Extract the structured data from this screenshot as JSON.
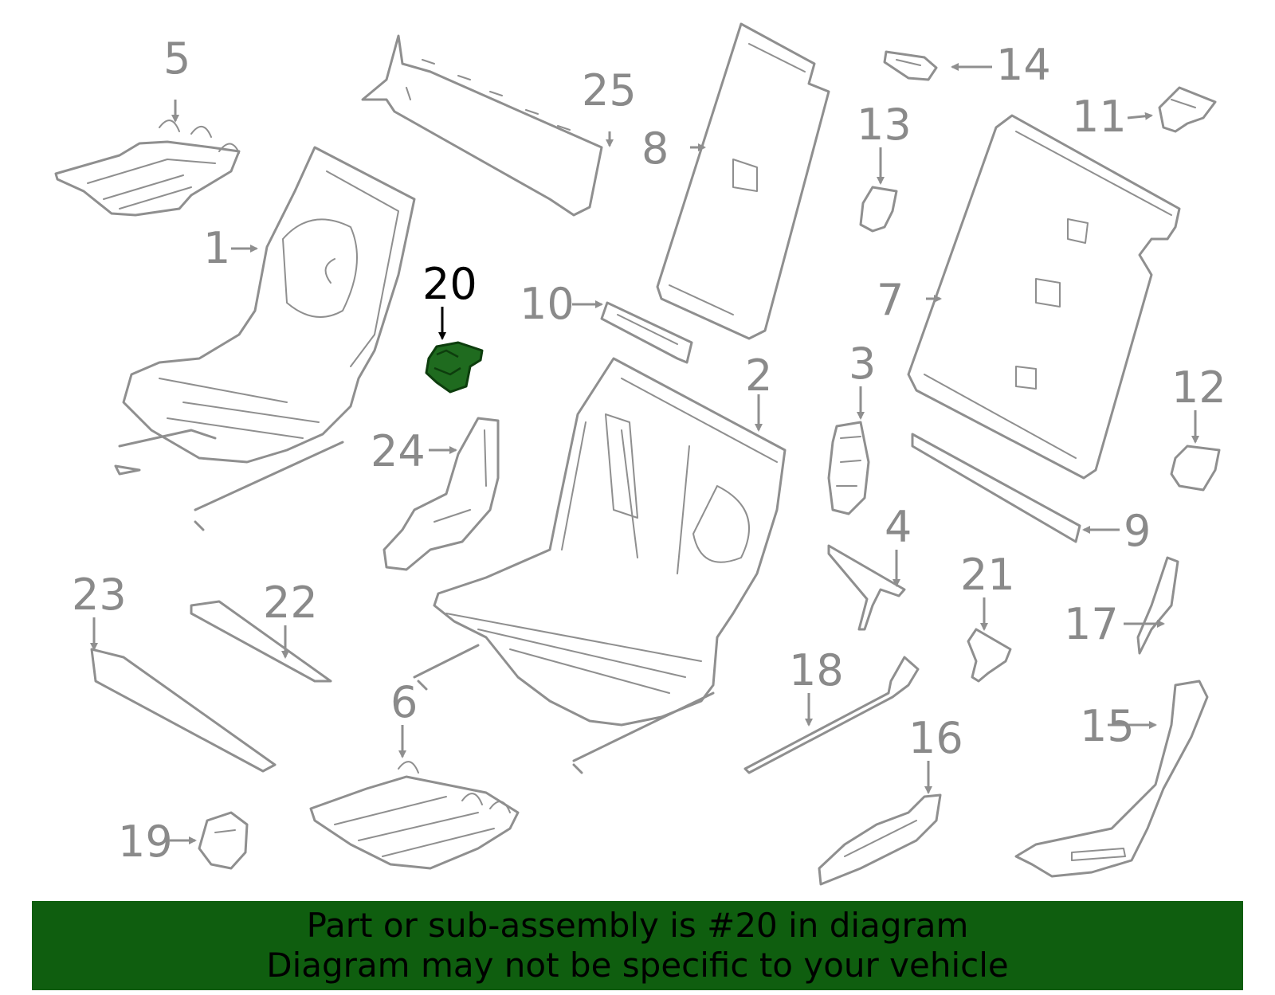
{
  "callouts": [
    {
      "id": "1",
      "label": "1"
    },
    {
      "id": "2",
      "label": "2"
    },
    {
      "id": "3",
      "label": "3"
    },
    {
      "id": "4",
      "label": "4"
    },
    {
      "id": "5",
      "label": "5"
    },
    {
      "id": "6",
      "label": "6"
    },
    {
      "id": "7",
      "label": "7"
    },
    {
      "id": "8",
      "label": "8"
    },
    {
      "id": "9",
      "label": "9"
    },
    {
      "id": "10",
      "label": "10"
    },
    {
      "id": "11",
      "label": "11"
    },
    {
      "id": "12",
      "label": "12"
    },
    {
      "id": "13",
      "label": "13"
    },
    {
      "id": "14",
      "label": "14"
    },
    {
      "id": "15",
      "label": "15"
    },
    {
      "id": "16",
      "label": "16"
    },
    {
      "id": "17",
      "label": "17"
    },
    {
      "id": "18",
      "label": "18"
    },
    {
      "id": "19",
      "label": "19"
    },
    {
      "id": "20",
      "label": "20"
    },
    {
      "id": "21",
      "label": "21"
    },
    {
      "id": "22",
      "label": "22"
    },
    {
      "id": "23",
      "label": "23"
    },
    {
      "id": "24",
      "label": "24"
    },
    {
      "id": "25",
      "label": "25"
    }
  ],
  "highlighted_part": "20",
  "colors": {
    "highlight": "#1f6b1f",
    "banner": "#0f5e0f",
    "line_art": "#8f8f8f",
    "label": "#8a8a8a"
  },
  "banner": {
    "line1": "Part or sub-assembly is #20 in diagram",
    "line2": "Diagram may not be specific to your vehicle"
  }
}
